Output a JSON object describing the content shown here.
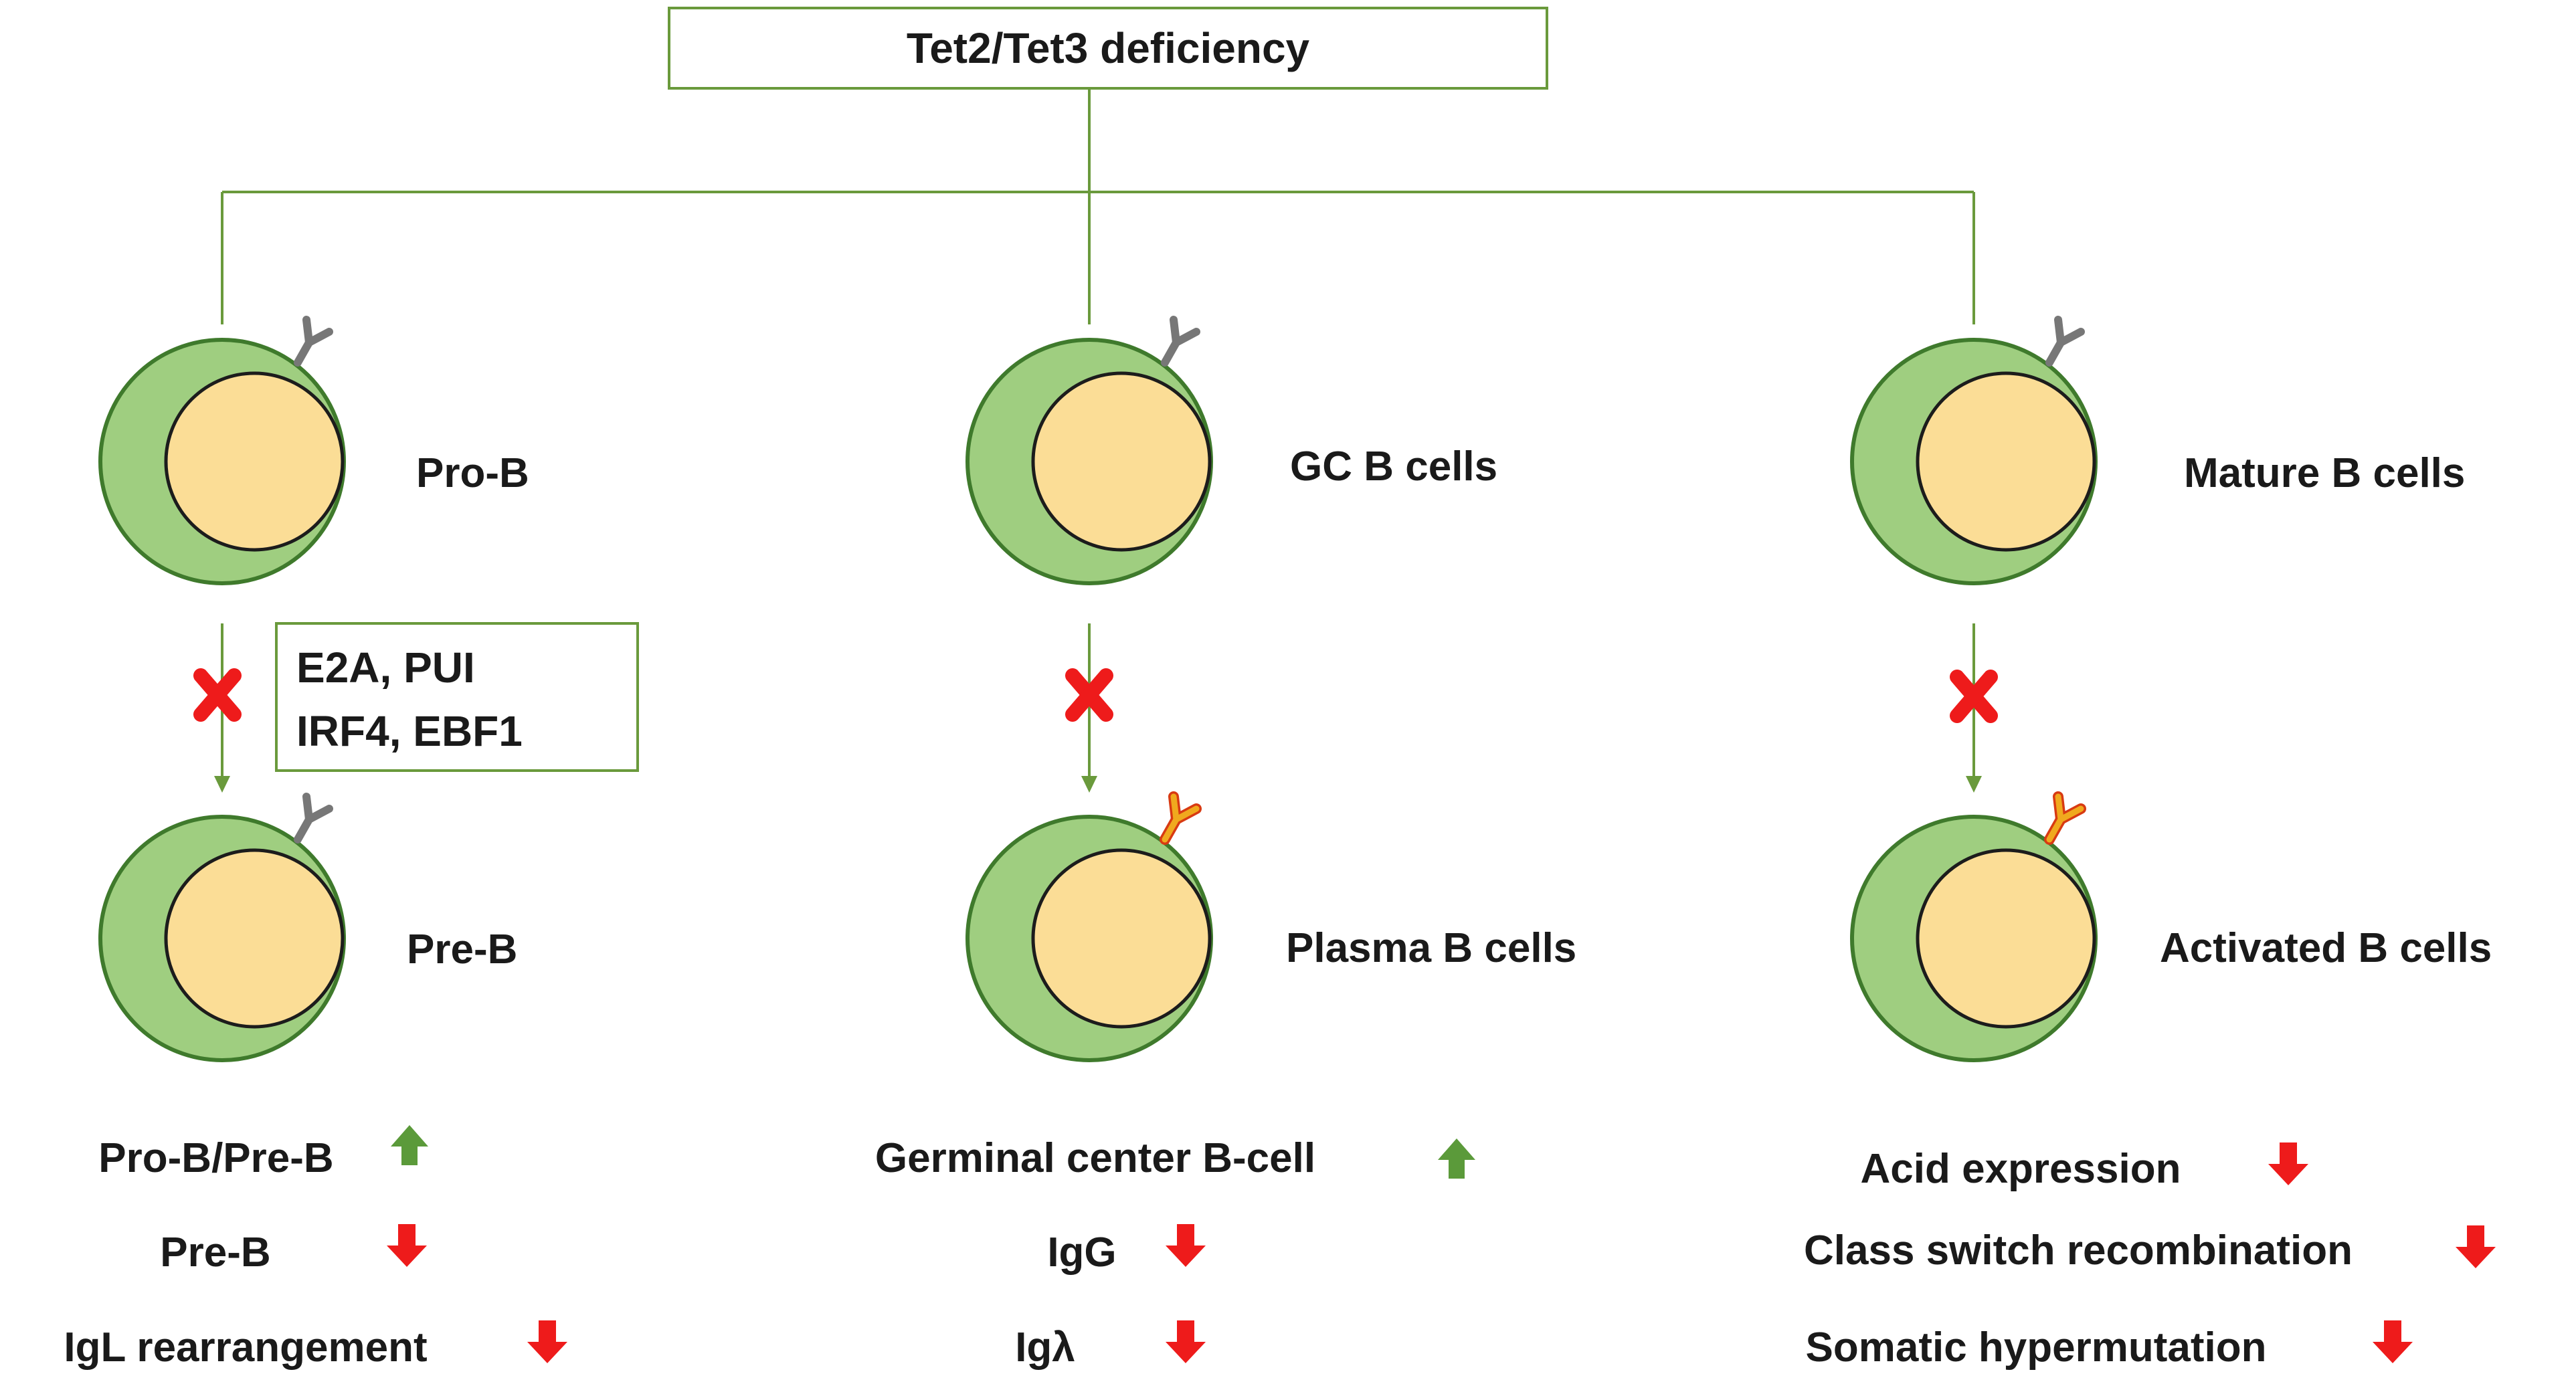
{
  "title": "Tet2/Tet3 deficiency",
  "colors": {
    "line": "#6a9a3c",
    "cell_outer": "#9fce80",
    "cell_ring": "#3f7a2c",
    "nucleus": "#fbdd96",
    "nucleus_edge": "#1c1c1c",
    "receptor_grey": "#777777",
    "receptor_gold": "#f0a91e",
    "receptor_red": "#d83a12",
    "up_arrow": "#5b9a3a",
    "down_arrow": "#ee1b1b",
    "block_x": "#ee1b1b"
  },
  "columns": [
    {
      "top_cell": "Pro-B",
      "bottom_cell": "Pre-B",
      "blocked_transition": true,
      "factors": [
        "E2A, PUI",
        "IRF4, EBF1"
      ],
      "effects": [
        {
          "label": "Pro-B/Pre-B",
          "direction": "up"
        },
        {
          "label": "Pre-B",
          "direction": "down"
        },
        {
          "label": "IgL rearrangement",
          "direction": "down"
        }
      ]
    },
    {
      "top_cell": "GC B cells",
      "bottom_cell": "Plasma B cells",
      "blocked_transition": true,
      "effects": [
        {
          "label": "Germinal center B-cell",
          "direction": "up"
        },
        {
          "label": "IgG",
          "direction": "down"
        },
        {
          "label": "Igλ",
          "direction": "down"
        }
      ]
    },
    {
      "top_cell": "Mature B cells",
      "bottom_cell": "Activated B cells",
      "blocked_transition": true,
      "effects": [
        {
          "label": "Acid expression",
          "direction": "down"
        },
        {
          "label": "Class switch recombination",
          "direction": "down"
        },
        {
          "label": "Somatic hypermutation",
          "direction": "down"
        }
      ]
    }
  ]
}
